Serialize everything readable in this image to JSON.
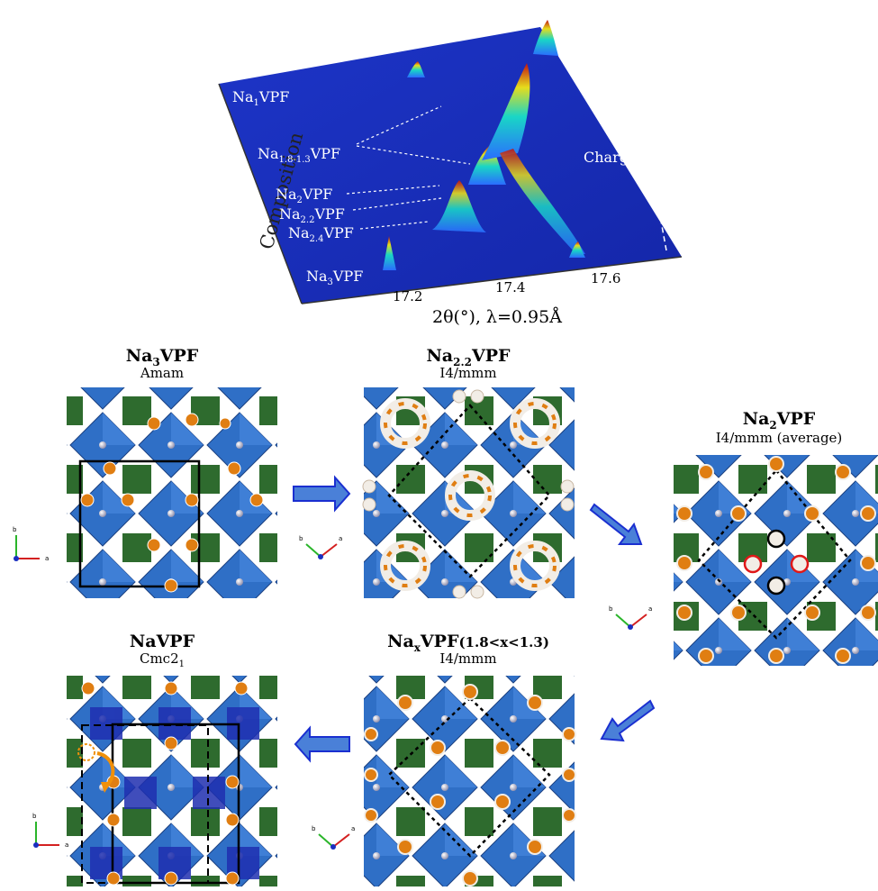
{
  "xrd_plot": {
    "ylabel": "Composition",
    "xlabel": "2θ(°), λ=0.95Å",
    "tick_labels": [
      "17.2",
      "17.4",
      "17.6"
    ],
    "series_labels": [
      {
        "main": "Na",
        "sub": "1",
        "rest": "VPF"
      },
      {
        "main": "Na",
        "sub": "1.8-1.3",
        "rest": "VPF"
      },
      {
        "main": "Na",
        "sub": "",
        "rest": "VPF",
        "full": "Na2VPF",
        "sub2": "2"
      },
      {
        "main": "Na",
        "sub": "2.2",
        "rest": "VPF"
      },
      {
        "main": "Na",
        "sub": "2.4",
        "rest": "VPF"
      },
      {
        "main": "Na",
        "sub": "3",
        "rest": "VPF"
      }
    ],
    "arrow_label": "Charge",
    "colors": {
      "background": "#1a2fc0",
      "peak_low": "#2a6cff",
      "peak_mid": "#19d6c6",
      "peak_high": "#e6dc1c",
      "peak_top": "#c01010"
    }
  },
  "phases": [
    {
      "id": "na3",
      "name_main": "Na",
      "name_sub": "3",
      "name_rest": "VPF",
      "name_extra": "",
      "group": "Amam"
    },
    {
      "id": "na22",
      "name_main": "Na",
      "name_sub": "2.2",
      "name_rest": "VPF",
      "name_extra": "",
      "group": "I4/mmm"
    },
    {
      "id": "na2",
      "name_main": "Na",
      "name_sub": "2",
      "name_rest": "VPF",
      "name_extra": "",
      "group": "I4/mmm (average)"
    },
    {
      "id": "nax",
      "name_main": "Na",
      "name_sub": "x",
      "name_rest": "VPF",
      "name_extra": "(1.8<x<1.3)",
      "group": "I4/mmm"
    },
    {
      "id": "na1",
      "name_main": "NaVPF",
      "name_sub": "",
      "name_rest": "",
      "name_extra": "",
      "group": "Cmc2",
      "group_sub": "1"
    }
  ],
  "axes_letters": {
    "b": "b",
    "a": "a"
  },
  "colors": {
    "octahedron_blue": "#2f6fc6",
    "octahedron_dark": "#1f2fb0",
    "tetra_green": "#2e6b2e",
    "sodium_orange": "#e07e12",
    "oxygen_red": "#d42020",
    "arrow_blue": "#4a80d8",
    "arrow_edge": "#1a2fd0",
    "circle_black": "#000000",
    "circle_red": "#e01818",
    "curve_orange": "#f0900a"
  }
}
